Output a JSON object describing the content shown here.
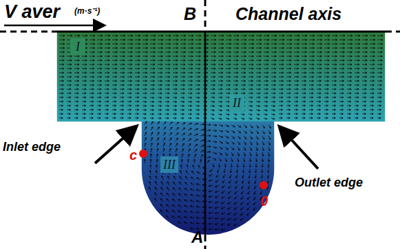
{
  "diagram": {
    "nodes": [
      {
        "text": [
          "I"
        ]
      },
      {
        "text": [
          "II"
        ]
      },
      {
        "text": [
          "III"
        ]
      }
    ],
    "labels": [
      "V aver",
      "(m·s⁻¹)",
      "B",
      "Channel axis",
      "Inlet edge",
      "Outlet edge",
      "c",
      "0",
      "A"
    ]
  }
}
